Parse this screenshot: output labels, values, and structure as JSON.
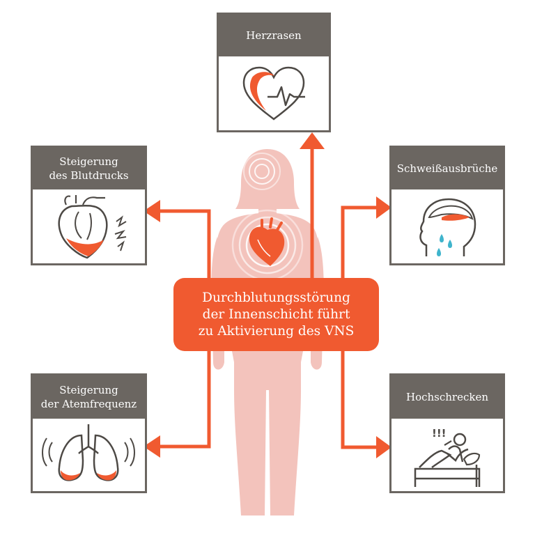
{
  "center": {
    "lines": [
      "Durchblutungsstörung",
      "der Innenschicht führt",
      "zu Aktivierung des VNS"
    ]
  },
  "boxes": {
    "top": {
      "title": [
        "Herzrasen"
      ],
      "icon": "heartbeat-icon"
    },
    "upper_left": {
      "title": [
        "Steigerung",
        "des Blutdrucks"
      ],
      "icon": "heart-organ-icon"
    },
    "upper_right": {
      "title": [
        "Schweißausbrüche"
      ],
      "icon": "sweating-head-icon"
    },
    "lower_left": {
      "title": [
        "Steigerung",
        "der Atemfrequenz"
      ],
      "icon": "lungs-icon"
    },
    "lower_right": {
      "title": [
        "Hochschrecken"
      ],
      "icon": "startled-in-bed-icon",
      "exclaim": "!!!"
    }
  },
  "colors": {
    "accent": "#f05a30",
    "box_header": "#6b6661",
    "body_silhouette": "#f3c3bc",
    "icon_stroke": "#4d4945"
  }
}
